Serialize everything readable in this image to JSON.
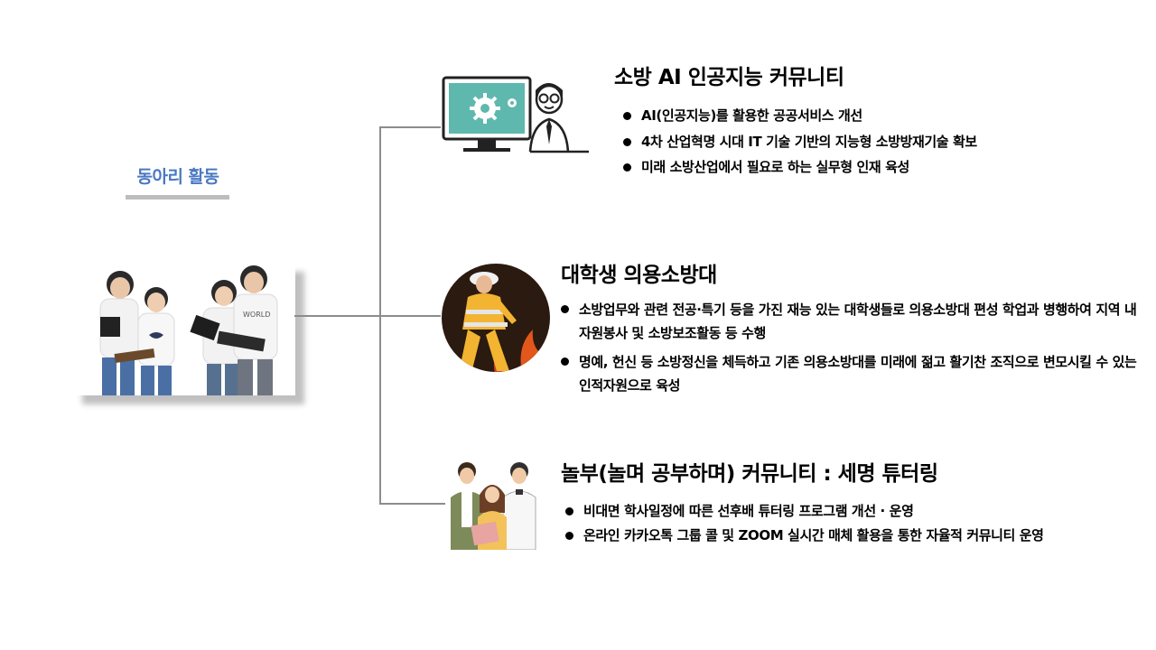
{
  "left_panel": {
    "title": "동아리 활동"
  },
  "sections": [
    {
      "title": "소방 AI 인공지능 커뮤니티",
      "icon": "computer-gear-person-icon",
      "bullets": [
        "AI(인공지능)를 활용한 공공서비스 개선",
        "4차 산업혁명 시대 IT 기술 기반의 지능형 소방방재기술 확보",
        "미래 소방산업에서 필요로 하는 실무형 인재 육성"
      ]
    },
    {
      "title": "대학생 의용소방대",
      "icon": "firefighter-icon",
      "bullets": [
        "소방업무와 관련 전공·특기 등을 가진 재능 있는 대학생들로 의용소방대 편성 학업과 병행하여 지역 내 자원봉사 및 소방보조활동 등 수행",
        "명예, 헌신 등 소방정신을 체득하고 기존 의용소방대를 미래에 젊고 활기찬 조직으로 변모시킬 수 있는 인적자원으로 육성"
      ]
    },
    {
      "title": "놀부(놀며 공부하며) 커뮤니티 : 세명 튜터링",
      "icon": "students-group-icon",
      "bullets": [
        "비대면 학사일정에 따른 선후배 튜터링 프로그램 개선 · 운영",
        "온라인 카카오톡 그룹 콜 및 ZOOM 실시간 매체 활용을 통한 자율적 커뮤니티 운영"
      ]
    }
  ],
  "colors": {
    "accent": "#4a78c2",
    "underline": "#bdbdbd",
    "connector": "#8c8c8c",
    "monitor_screen": "#5fb8ad"
  }
}
